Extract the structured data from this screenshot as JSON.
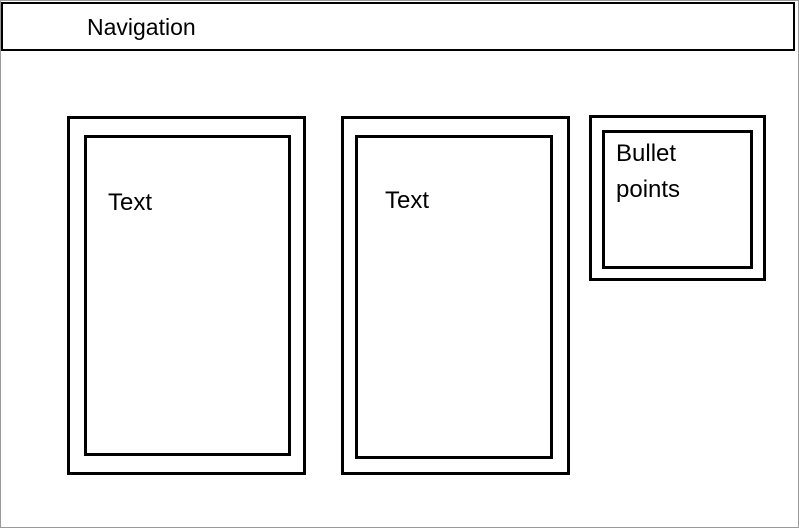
{
  "navigation": {
    "label": "Navigation"
  },
  "content_boxes": [
    {
      "text": "Text"
    },
    {
      "text": "Text"
    },
    {
      "text": "Bullet points"
    }
  ]
}
